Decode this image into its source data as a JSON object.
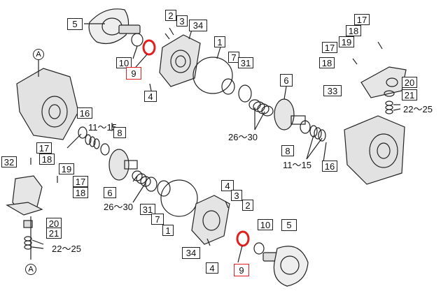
{
  "colors": {
    "line": "#222222",
    "highlight": "#e02020",
    "fill": "#e8e8e8"
  },
  "ref_marks": {
    "a_top": "A",
    "a_bottom": "A"
  },
  "labels": {
    "t5": "5",
    "t2": "2",
    "t3": "3",
    "t34": "34",
    "t10": "10",
    "t9": "9",
    "t4": "4",
    "t1": "1",
    "t7": "7",
    "t31": "31",
    "t6r": "6",
    "t17r": "17",
    "t18r": "18",
    "t19r": "19",
    "t17r2": "17",
    "t18r2": "18",
    "t33": "33",
    "t20r": "20",
    "t21r": "21",
    "t16": "16",
    "t8": "8",
    "t32": "32",
    "t17l": "17",
    "t18l": "18",
    "t19l": "19",
    "t17l2": "17",
    "t18l2": "18",
    "t20l": "20",
    "t21l": "21",
    "t6l": "6",
    "t31b": "31",
    "t7b": "7",
    "t1b": "1",
    "t34b": "34",
    "t4b": "4",
    "t3b": "3",
    "t2b": "2",
    "t4c": "4",
    "t10b": "10",
    "t9b": "9",
    "t5b": "5",
    "t8r": "8",
    "t16r": "16"
  },
  "ranges": {
    "r1": "11～15",
    "r2": "26～30",
    "r3": "22～25",
    "r4": "11～15",
    "r5": "26～30",
    "r6": "22～25"
  }
}
